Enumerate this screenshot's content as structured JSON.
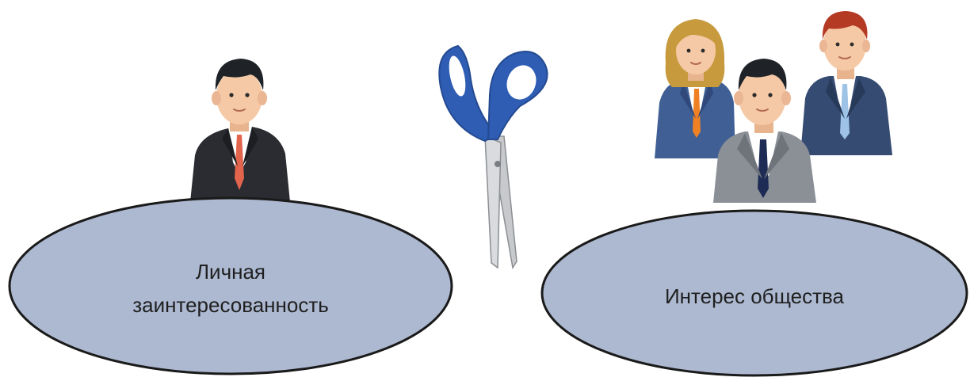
{
  "left_group": {
    "label_line1": "Личная",
    "label_line2": "заинтересованность"
  },
  "right_group": {
    "label": "Интерес общества"
  },
  "colors": {
    "ellipse_fill": "#adb9d1",
    "ellipse_stroke": "#1a1a1a",
    "scissors_handle": "#2f5db3",
    "skin": "#f5c9a5",
    "hair_dark": "#1f2328",
    "hair_blonde": "#c79a3e",
    "hair_red": "#b43a24",
    "suit_black": "#2a2c31",
    "suit_blue": "#3f5f95",
    "suit_gray": "#8b9097",
    "suit_navy": "#354b72",
    "tie_coral": "#e2644c",
    "tie_orange": "#ef8124",
    "tie_navy": "#1d2b55",
    "tie_lightblue": "#9ec3e6"
  },
  "icons": [
    "person-icon",
    "scissors-icon",
    "group-icon"
  ]
}
